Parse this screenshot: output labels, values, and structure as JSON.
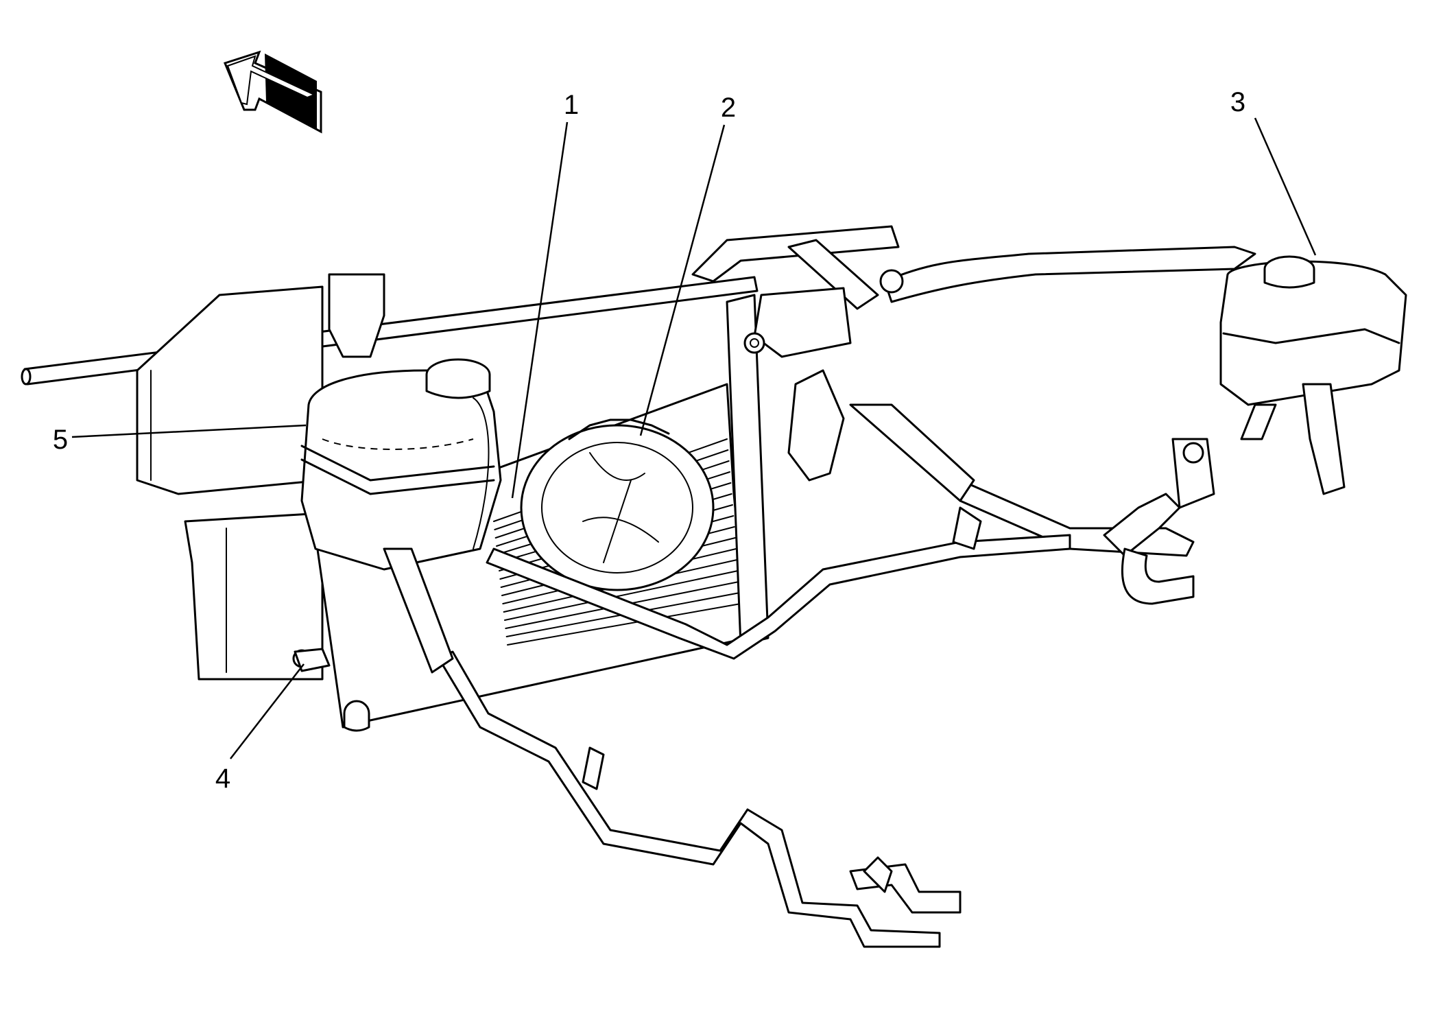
{
  "callouts": [
    {
      "id": "1",
      "label": "1"
    },
    {
      "id": "2",
      "label": "2"
    },
    {
      "id": "3",
      "label": "3"
    },
    {
      "id": "4",
      "label": "4"
    },
    {
      "id": "5",
      "label": "5"
    }
  ],
  "orientation_arrow": {
    "icon": "front-direction-arrow-icon"
  },
  "colors": {
    "line": "#000000",
    "background": "#ffffff"
  }
}
